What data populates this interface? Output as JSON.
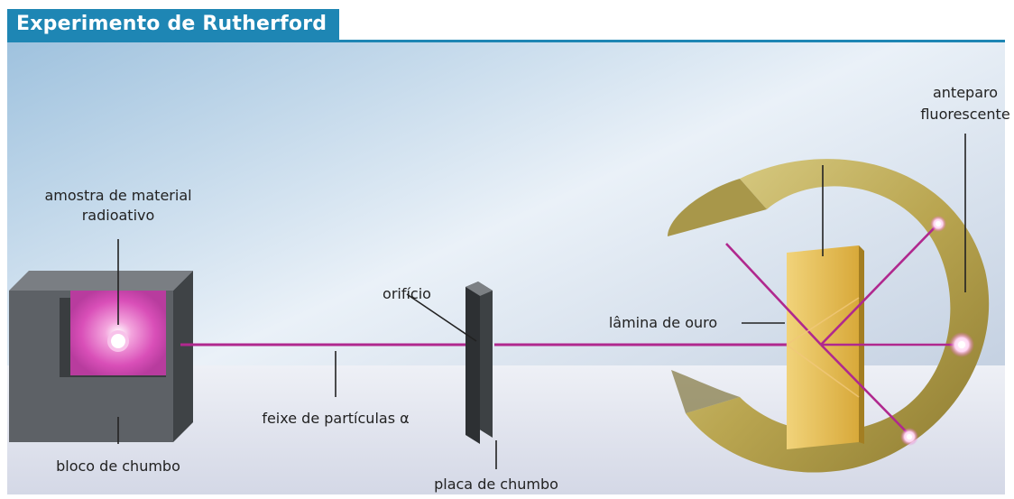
{
  "title": "Experimento de Rutherford",
  "labels": {
    "sample": [
      "amostra de material",
      "radioativo"
    ],
    "lead_block": "bloco de chumbo",
    "orifice": "orifício",
    "beam": "feixe de partículas α",
    "lead_plate": "placa de chumbo",
    "gold_foil": "lâmina de ouro",
    "screen": [
      "anteparo",
      "fluorescente"
    ]
  },
  "colors": {
    "title_bg": "#1e86b4",
    "beam": "#b0288e",
    "gold": "#d6b84a",
    "screen": "#c8b563",
    "lead": "#5a5e62"
  }
}
